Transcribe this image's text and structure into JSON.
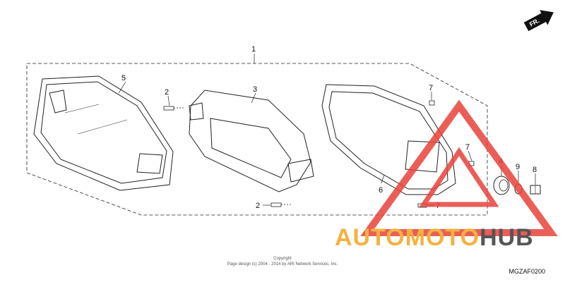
{
  "direction_marker": {
    "label": "FR."
  },
  "callouts": [
    "1",
    "2",
    "3",
    "5",
    "2",
    "7",
    "7",
    "4",
    "9",
    "8",
    "6",
    "7"
  ],
  "watermark": {
    "part1": "AUTOMOTO",
    "part2": "HUB",
    "color_main": "#f4b23e",
    "color_dark": "#555555",
    "triangle_color": "#e8433c"
  },
  "copyright": {
    "line1": "Copyright",
    "line2": "Page design (c) 2004 - 2014 by ARI Network Services, Inc."
  },
  "diagram_code": "MGZAF0200"
}
